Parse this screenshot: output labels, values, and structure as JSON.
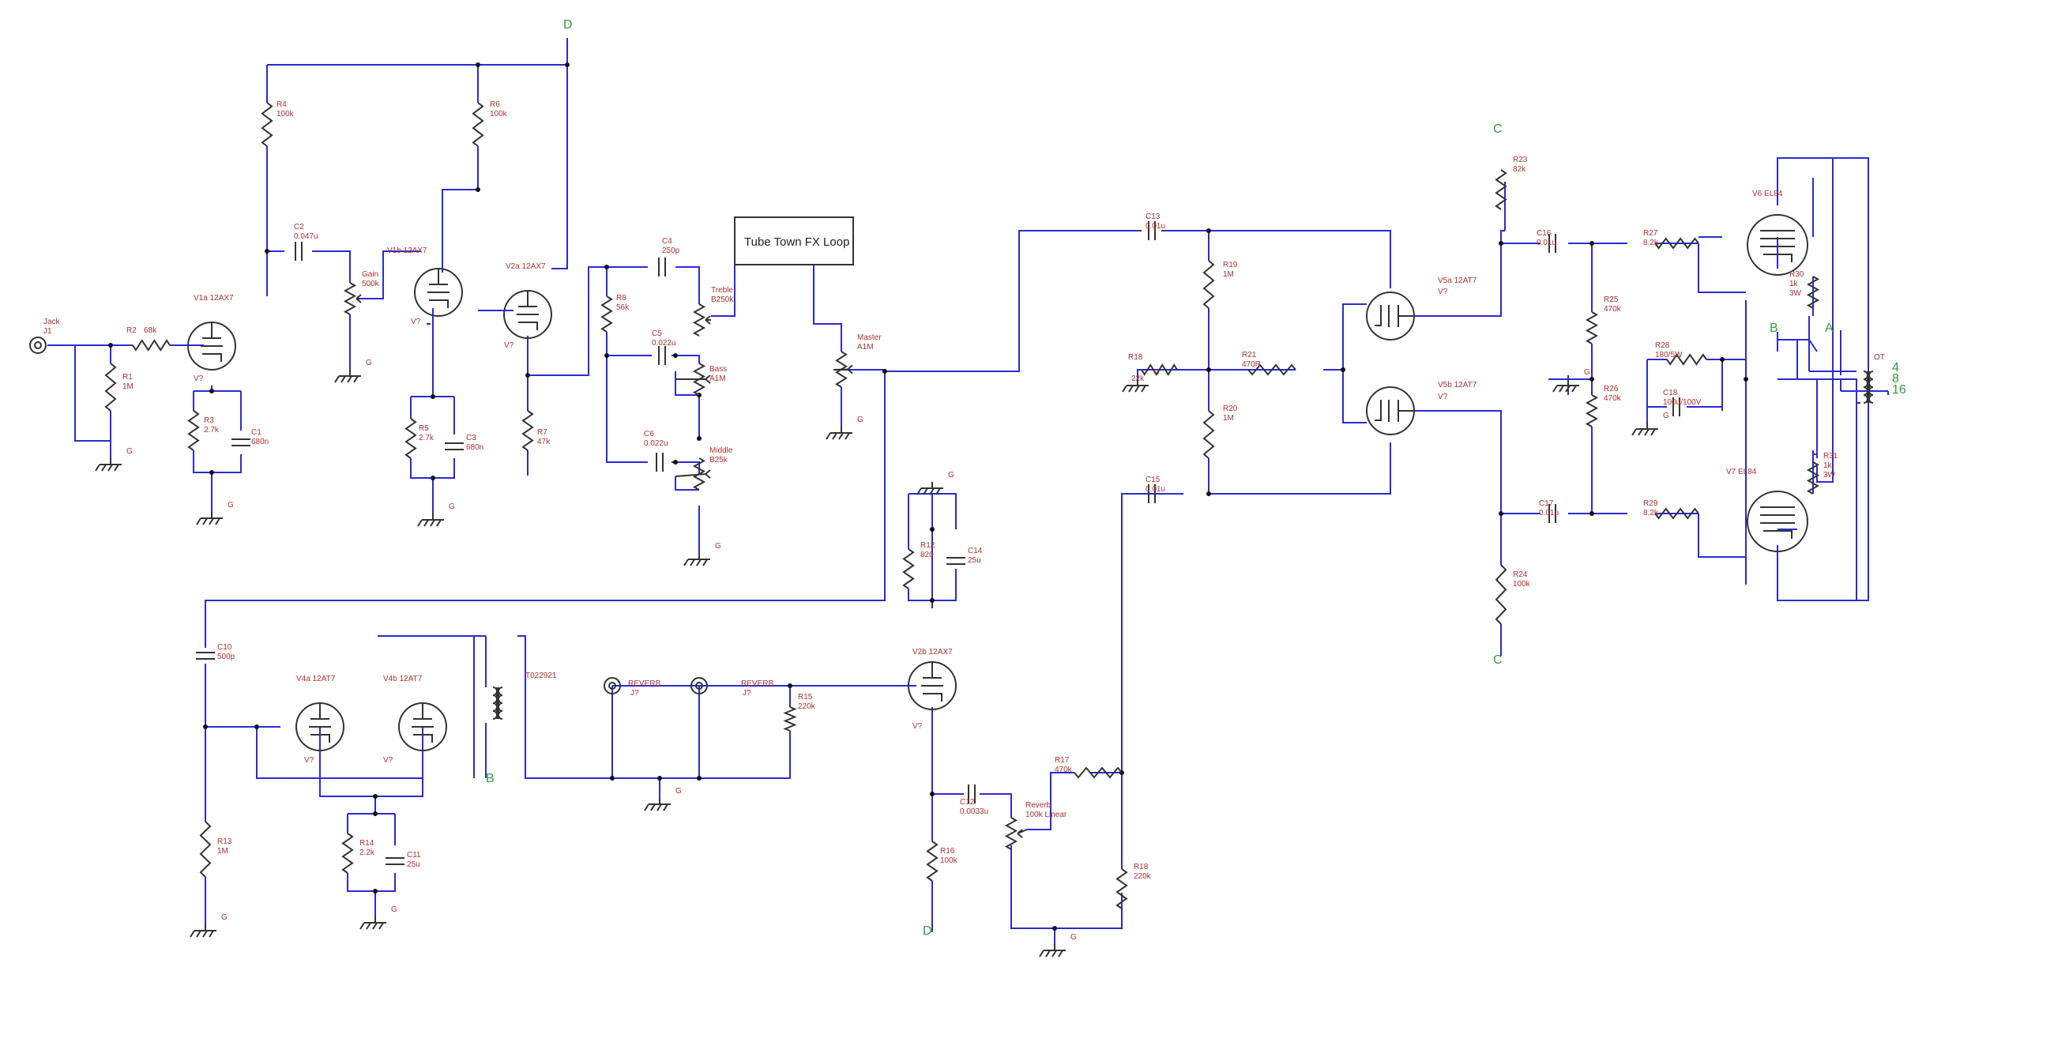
{
  "colors": {
    "wire": "#2b2bd4",
    "component": "#333333",
    "label": "#b03030",
    "net_flag": "#2e9e3e"
  },
  "parts": {
    "J1": {
      "name": "Jack",
      "value": "J1"
    },
    "R1": {
      "name": "R1",
      "value": "1M"
    },
    "R2": {
      "name": "R2",
      "value": "68k"
    },
    "R3": {
      "name": "R3",
      "value": "2.7k"
    },
    "R4": {
      "name": "R4",
      "value": "100k"
    },
    "R5": {
      "name": "R5",
      "value": "2.7k"
    },
    "R6": {
      "name": "R6",
      "value": "100k"
    },
    "R7": {
      "name": "R7",
      "value": "47k"
    },
    "R8": {
      "name": "R8",
      "value": "56k"
    },
    "R12": {
      "name": "R12",
      "value": "820"
    },
    "R13": {
      "name": "R13",
      "value": "1M"
    },
    "R14": {
      "name": "R14",
      "value": "2.2k"
    },
    "R15": {
      "name": "R15",
      "value": "220k"
    },
    "R16": {
      "name": "R16",
      "value": "100k"
    },
    "R17": {
      "name": "R17",
      "value": "470k"
    },
    "R18a": {
      "name": "R18",
      "value": "22k"
    },
    "R18b": {
      "name": "R18",
      "value": "220k"
    },
    "R19": {
      "name": "R19",
      "value": "1M"
    },
    "R20": {
      "name": "R20",
      "value": "1M"
    },
    "R21": {
      "name": "R21",
      "value": "470R"
    },
    "R23": {
      "name": "R23",
      "value": "82k"
    },
    "R24": {
      "name": "R24",
      "value": "100k"
    },
    "R25": {
      "name": "R25",
      "value": "470k"
    },
    "R26": {
      "name": "R26",
      "value": "470k"
    },
    "R27": {
      "name": "R27",
      "value": "8.2k"
    },
    "R28": {
      "name": "R28",
      "value": "180/5W"
    },
    "R29": {
      "name": "R29",
      "value": "8.2k"
    },
    "R30": {
      "name": "R30",
      "value": "1k",
      "rating": "3W"
    },
    "R31": {
      "name": "R31",
      "value": "1k",
      "rating": "3W"
    },
    "C1": {
      "name": "C1",
      "value": "680n"
    },
    "C2": {
      "name": "C2",
      "value": "0.047u"
    },
    "C3": {
      "name": "C3",
      "value": "680n"
    },
    "C4": {
      "name": "C4",
      "value": "250p"
    },
    "C5": {
      "name": "C5",
      "value": "0.022u"
    },
    "C6": {
      "name": "C6",
      "value": "0.022u"
    },
    "C10": {
      "name": "C10",
      "value": "500p"
    },
    "C11": {
      "name": "C11",
      "value": "25u"
    },
    "C12": {
      "name": "C12",
      "value": "0.0033u"
    },
    "C13": {
      "name": "C13",
      "value": "0.01u"
    },
    "C14": {
      "name": "C14",
      "value": "25u"
    },
    "C15": {
      "name": "C15",
      "value": "0.01u"
    },
    "C16": {
      "name": "C16",
      "value": "0.01u"
    },
    "C17": {
      "name": "C17",
      "value": "0.01u"
    },
    "C18": {
      "name": "C18",
      "value": "100u/100V"
    },
    "GAIN": {
      "name": "Gain",
      "value": "500k"
    },
    "TREBLE": {
      "name": "Treble",
      "value": "B250k"
    },
    "BASS": {
      "name": "Bass",
      "value": "A1M"
    },
    "MIDDLE": {
      "name": "Middle",
      "value": "B25k"
    },
    "MASTER": {
      "name": "Master",
      "value": "A1M"
    },
    "REVPOT": {
      "name": "Reverb",
      "value": "100k Linear"
    },
    "V1a": {
      "name": "V1a 12AX7"
    },
    "V1b": {
      "name": "V1b 12AX7"
    },
    "V2a": {
      "name": "V2a 12AX7"
    },
    "V2b": {
      "name": "V2b 12AX7"
    },
    "V4a": {
      "name": "V4a 12AT7"
    },
    "V4b": {
      "name": "V4b 12AT7"
    },
    "V5a": {
      "name": "V5a 12AT7"
    },
    "V5b": {
      "name": "V5b 12AT7"
    },
    "V6": {
      "name": "V6 EL84"
    },
    "V7": {
      "name": "V7 EL84"
    },
    "T1": {
      "name": "T022921"
    },
    "OT": {
      "name": "OT",
      "taps": [
        "4",
        "8",
        "16"
      ]
    },
    "REV1": {
      "name": "REVERB",
      "ref": "J?"
    },
    "REV2": {
      "name": "REVERB",
      "ref": "J?"
    }
  },
  "fx_loop_label": "Tube Town FX Loop",
  "unknown_ref": "V?",
  "ground_label": "G",
  "nets": {
    "A": "A",
    "B": "B",
    "C": "C",
    "D": "D"
  }
}
